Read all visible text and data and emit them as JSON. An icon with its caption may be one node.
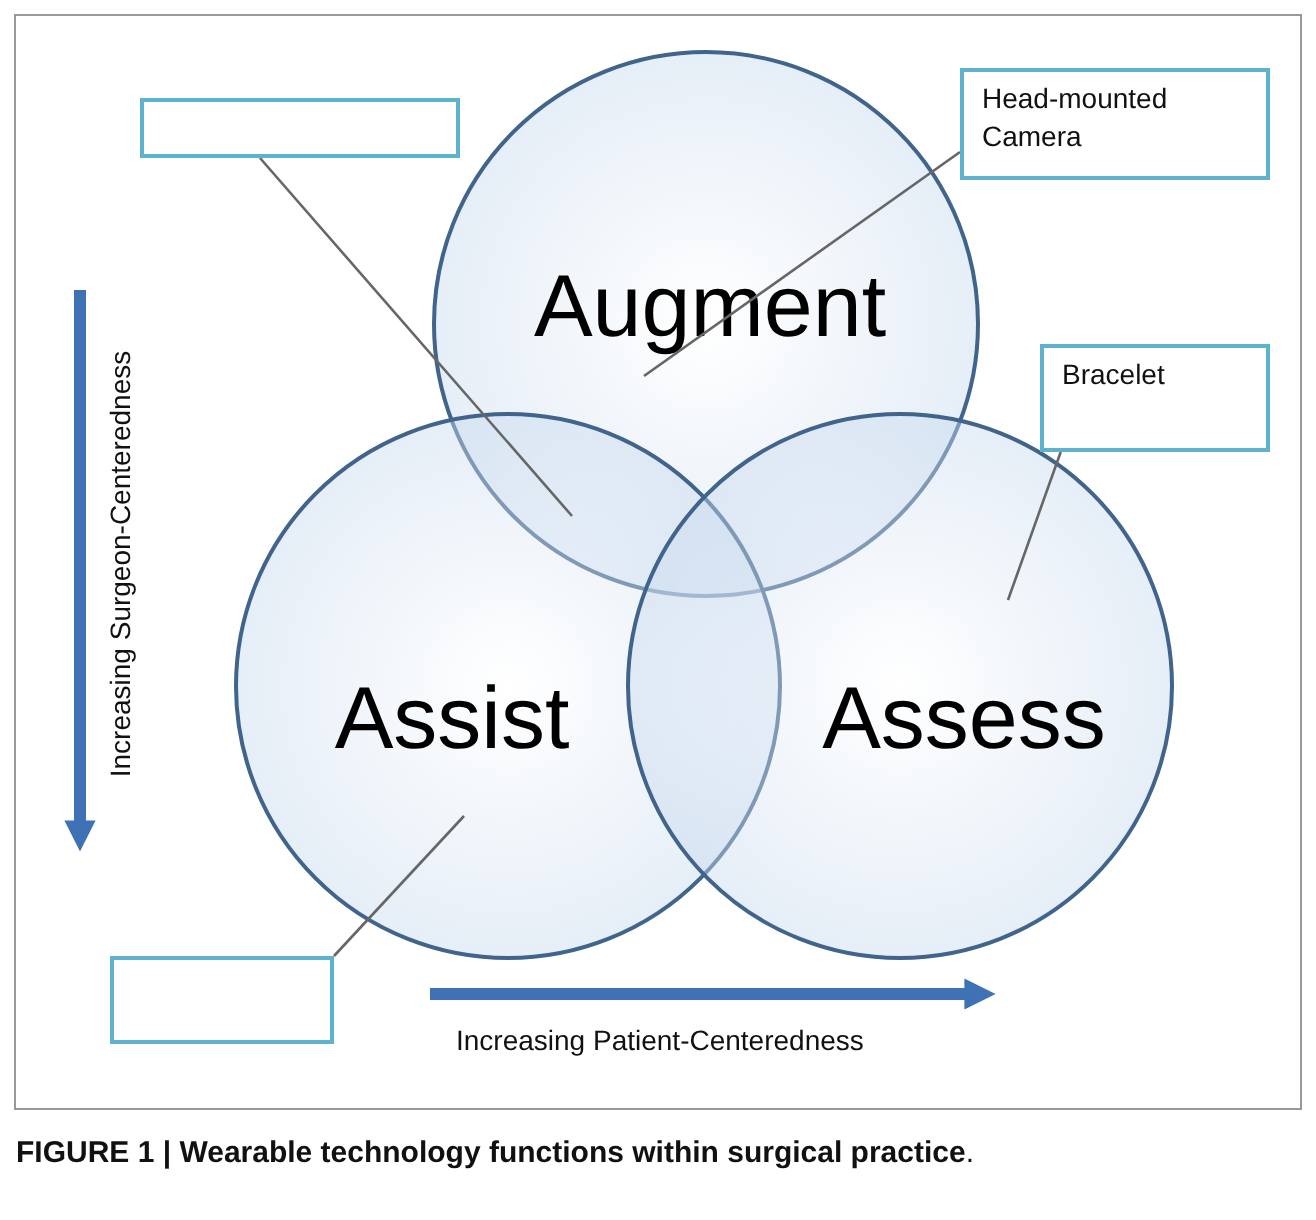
{
  "diagram": {
    "caption": "**FIGURE 1 | Wearable technology functions within surgical practice**.",
    "nodes": [
      {
        "text": [
          "Augment"
        ]
      },
      {
        "text": [
          "Assist"
        ]
      },
      {
        "text": [
          "Assess"
        ]
      },
      {
        "text": [],
        "shape": "box"
      },
      {
        "text": [
          "Head-mounted Camera"
        ]
      },
      {
        "text": [
          "Bracelet"
        ]
      },
      {
        "text": [],
        "shape": "box"
      }
    ],
    "edges": [
      {
        "from": 3,
        "to": 0,
        "arrow": "none"
      },
      {
        "from": 4,
        "to": 0,
        "arrow": "none"
      },
      {
        "from": 5,
        "to": 2,
        "arrow": "none"
      },
      {
        "from": 6,
        "to": 1,
        "arrow": "none"
      }
    ],
    "labels": [
      "Increasing Surgeon-Centeredness",
      "Increasing Patient-Centeredness"
    ]
  }
}
